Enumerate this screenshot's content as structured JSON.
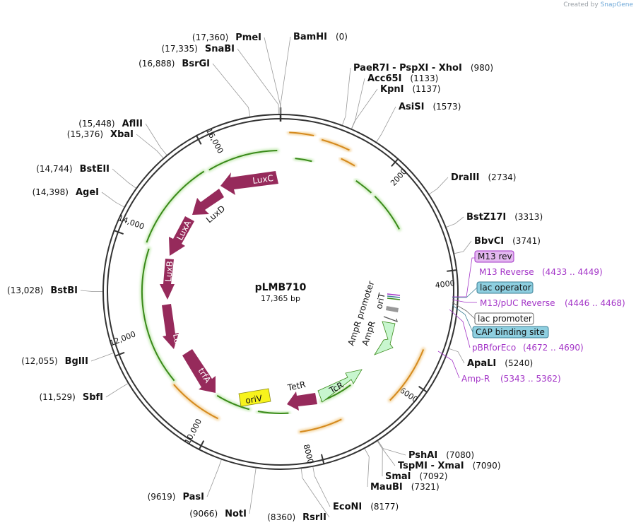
{
  "credit": {
    "prefix": "Created by",
    "brand": "SnapGene"
  },
  "plasmid": {
    "name": "pLMB710",
    "length_label": "17,365 bp",
    "length": 17365
  },
  "ticks": [
    {
      "pos": 2000,
      "label": "2000"
    },
    {
      "pos": 4000,
      "label": "4000"
    },
    {
      "pos": 6000,
      "label": "6000"
    },
    {
      "pos": 8000,
      "label": "8000"
    },
    {
      "pos": 10000,
      "label": "10,000"
    },
    {
      "pos": 12000,
      "label": "12,000"
    },
    {
      "pos": 14000,
      "label": "14,000"
    },
    {
      "pos": 16000,
      "label": "16,000"
    }
  ],
  "sites": [
    {
      "name": "BamHI",
      "pos_label": "(0)",
      "pos": 0,
      "side": "right"
    },
    {
      "name": "PaeR7I  - PspXI  - XhoI",
      "pos_label": "(980)",
      "pos": 980,
      "side": "right"
    },
    {
      "name": "Acc65I",
      "pos_label": "(1133)",
      "pos": 1133,
      "side": "right"
    },
    {
      "name": "KpnI",
      "pos_label": "(1137)",
      "pos": 1137,
      "side": "right"
    },
    {
      "name": "AsiSI",
      "pos_label": "(1573)",
      "pos": 1573,
      "side": "right"
    },
    {
      "name": "DraIII",
      "pos_label": "(2734)",
      "pos": 2734,
      "side": "right"
    },
    {
      "name": "BstZ17I",
      "pos_label": "(3313)",
      "pos": 3313,
      "side": "right"
    },
    {
      "name": "BbvCI",
      "pos_label": "(3741)",
      "pos": 3741,
      "side": "right"
    },
    {
      "name": "ApaLI",
      "pos_label": "(5240)",
      "pos": 5240,
      "side": "right"
    },
    {
      "name": "PshAI",
      "pos_label": "(7080)",
      "pos": 7080,
      "side": "right"
    },
    {
      "name": "TspMI  - XmaI",
      "pos_label": "(7090)",
      "pos": 7090,
      "side": "right"
    },
    {
      "name": "SmaI",
      "pos_label": "(7092)",
      "pos": 7092,
      "side": "right"
    },
    {
      "name": "MauBI",
      "pos_label": "(7321)",
      "pos": 7321,
      "side": "right"
    },
    {
      "name": "EcoNI",
      "pos_label": "(8177)",
      "pos": 8177,
      "side": "right"
    },
    {
      "name": "RsrII",
      "pos_label": "(8360)",
      "pos": 8360,
      "side": "left"
    },
    {
      "name": "NotI",
      "pos_label": "(9066)",
      "pos": 9066,
      "side": "left"
    },
    {
      "name": "PasI",
      "pos_label": "(9619)",
      "pos": 9619,
      "side": "left"
    },
    {
      "name": "SbfI",
      "pos_label": "(11,529)",
      "pos": 11529,
      "side": "left"
    },
    {
      "name": "BglII",
      "pos_label": "(12,055)",
      "pos": 12055,
      "side": "left"
    },
    {
      "name": "BstBI",
      "pos_label": "(13,028)",
      "pos": 13028,
      "side": "left"
    },
    {
      "name": "AgeI",
      "pos_label": "(14,398)",
      "pos": 14398,
      "side": "left"
    },
    {
      "name": "BstEII",
      "pos_label": "(14,744)",
      "pos": 14744,
      "side": "left"
    },
    {
      "name": "XbaI",
      "pos_label": "(15,376)",
      "pos": 15376,
      "side": "left"
    },
    {
      "name": "AflII",
      "pos_label": "(15,448)",
      "pos": 15448,
      "side": "left"
    },
    {
      "name": "BsrGI",
      "pos_label": "(16,888)",
      "pos": 16888,
      "side": "left"
    },
    {
      "name": "SnaBI",
      "pos_label": "(17,335)",
      "pos": 17335,
      "side": "left"
    },
    {
      "name": "PmeI",
      "pos_label": "(17,360)",
      "pos": 17360,
      "side": "left"
    }
  ],
  "primers": [
    {
      "name": "M13 Reverse",
      "pos_label": "(4433 .. 4449)",
      "pos": 4441
    },
    {
      "name": "M13/pUC Reverse",
      "pos_label": "(4446 .. 4468)",
      "pos": 4457
    },
    {
      "name": "pBRforEco",
      "pos_label": "(4672 .. 4690)",
      "pos": 4681
    },
    {
      "name": "Amp-R",
      "pos_label": "(5343 .. 5362)",
      "pos": 5352
    }
  ],
  "boxed_features": [
    {
      "name": "M13 rev",
      "color": "#e4b8f0",
      "border": "#a334c7"
    },
    {
      "name": "lac operator",
      "color": "#8ecfe0",
      "border": "#3b7f95"
    },
    {
      "name": "lac promoter",
      "color": "#ffffff",
      "border": "#666666"
    },
    {
      "name": "CAP binding site",
      "color": "#8ecfe0",
      "border": "#3b7f95"
    }
  ],
  "features": [
    {
      "name": "LuxC",
      "color": "#962a5b"
    },
    {
      "name": "LuxD",
      "color": "#962a5b"
    },
    {
      "name": "LuxA",
      "color": "#962a5b"
    },
    {
      "name": "LuxB",
      "color": "#962a5b"
    },
    {
      "name": "LuxE",
      "color": "#962a5b"
    },
    {
      "name": "trfA",
      "color": "#962a5b"
    },
    {
      "name": "oriV",
      "color": "#f7f31c"
    },
    {
      "name": "TetR",
      "color": "#962a5b"
    },
    {
      "name": "TcR",
      "color": "#c8f6cf"
    },
    {
      "name": "AmpR",
      "color": "#c8f6cf"
    },
    {
      "name": "AmpR promoter",
      "color": "#ffffff"
    },
    {
      "name": "oriT",
      "color": "#999999"
    }
  ],
  "colors": {
    "backbone": "#333333",
    "orf_green": "#3a8a1a",
    "orf_orange": "#d58a1e",
    "site_line": "#999999",
    "primer": "#a334c7"
  }
}
